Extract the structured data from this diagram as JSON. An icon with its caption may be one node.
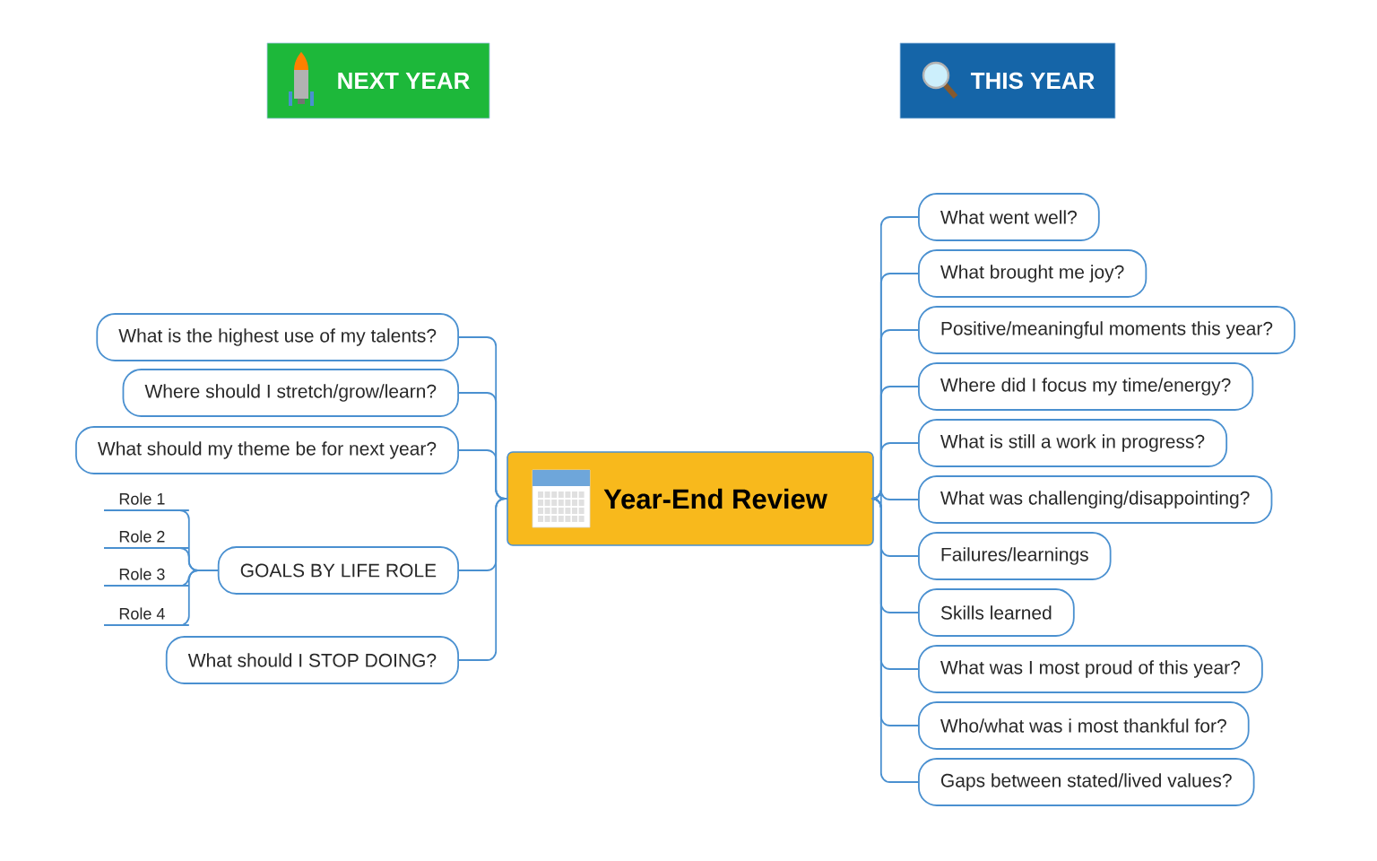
{
  "diagram": {
    "nodes": [
      {
        "text": [
          "Year-End Review"
        ]
      },
      {
        "text": [
          "NEXT YEAR"
        ]
      },
      {
        "text": [
          "THIS YEAR"
        ]
      },
      {
        "text": [
          "What is the highest use of my talents?"
        ]
      },
      {
        "text": [
          "Where should I stretch/grow/learn?"
        ]
      },
      {
        "text": [
          "What should my theme be for next year?"
        ]
      },
      {
        "text": [
          "GOALS BY LIFE ROLE"
        ]
      },
      {
        "text": [
          "What should I STOP DOING?"
        ]
      },
      {
        "text": [
          "Role 1"
        ]
      },
      {
        "text": [
          "Role 2"
        ]
      },
      {
        "text": [
          "Role 3"
        ]
      },
      {
        "text": [
          "Role 4"
        ]
      },
      {
        "text": [
          "What went well?"
        ]
      },
      {
        "text": [
          "What brought me joy?"
        ]
      },
      {
        "text": [
          "Positive/meaningful moments this year?"
        ]
      },
      {
        "text": [
          "Where did I focus my time/energy?"
        ]
      },
      {
        "text": [
          "What is still a work in progress?"
        ]
      },
      {
        "text": [
          "What was challenging/disappointing?"
        ]
      },
      {
        "text": [
          "Failures/learnings"
        ]
      },
      {
        "text": [
          "Skills learned"
        ]
      },
      {
        "text": [
          "What was I most proud of this year?"
        ]
      },
      {
        "text": [
          "Who/what was i most thankful for?"
        ]
      },
      {
        "text": [
          "Gaps between stated/lived values?"
        ]
      }
    ],
    "edges": [
      {
        "from": 0,
        "to": 3,
        "arrow": "none"
      },
      {
        "from": 0,
        "to": 4,
        "arrow": "none"
      },
      {
        "from": 0,
        "to": 5,
        "arrow": "none"
      },
      {
        "from": 0,
        "to": 6,
        "arrow": "none"
      },
      {
        "from": 0,
        "to": 7,
        "arrow": "none"
      },
      {
        "from": 6,
        "to": 8,
        "arrow": "none"
      },
      {
        "from": 6,
        "to": 9,
        "arrow": "none"
      },
      {
        "from": 6,
        "to": 10,
        "arrow": "none"
      },
      {
        "from": 6,
        "to": 11,
        "arrow": "none"
      },
      {
        "from": 0,
        "to": 12,
        "arrow": "none"
      },
      {
        "from": 0,
        "to": 13,
        "arrow": "none"
      },
      {
        "from": 0,
        "to": 14,
        "arrow": "none"
      },
      {
        "from": 0,
        "to": 15,
        "arrow": "none"
      },
      {
        "from": 0,
        "to": 16,
        "arrow": "none"
      },
      {
        "from": 0,
        "to": 17,
        "arrow": "none"
      },
      {
        "from": 0,
        "to": 18,
        "arrow": "none"
      },
      {
        "from": 0,
        "to": 19,
        "arrow": "none"
      },
      {
        "from": 0,
        "to": 20,
        "arrow": "none"
      },
      {
        "from": 0,
        "to": 21,
        "arrow": "none"
      },
      {
        "from": 0,
        "to": 22,
        "arrow": "none"
      }
    ]
  }
}
